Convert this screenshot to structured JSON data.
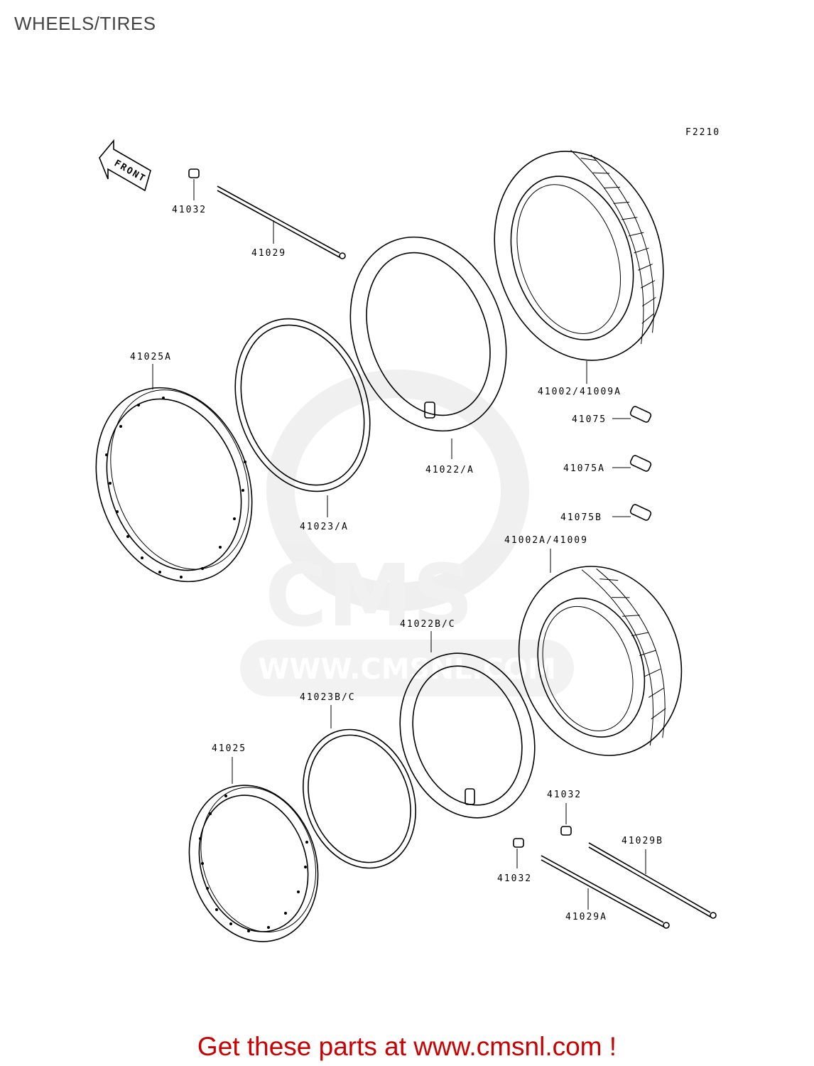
{
  "header": {
    "title": "WHEELS/TIRES"
  },
  "diagram": {
    "figure_code": "F2210",
    "front_arrow_label": "FRONT",
    "watermark_text": "WWW.CMSNL.COM",
    "watermark_logo_text": "CMS",
    "parts": {
      "p41032_top": "41032",
      "p41029": "41029",
      "p41025A": "41025A",
      "p41023_A": "41023/A",
      "p41022_A": "41022/A",
      "p41002_41009A": "41002/41009A",
      "p41075": "41075",
      "p41075A": "41075A",
      "p41075B": "41075B",
      "p41002A_41009": "41002A/41009",
      "p41022B_C": "41022B/C",
      "p41023B_C": "41023B/C",
      "p41025": "41025",
      "p41032_right": "41032",
      "p41032_bottom": "41032",
      "p41029B": "41029B",
      "p41029A": "41029A"
    }
  },
  "footer": {
    "link_text": "Get these parts at www.cmsnl.com !"
  },
  "colors": {
    "footer_text": "#cc0000",
    "title_text": "#444444",
    "watermark": "#e6e6e6"
  }
}
